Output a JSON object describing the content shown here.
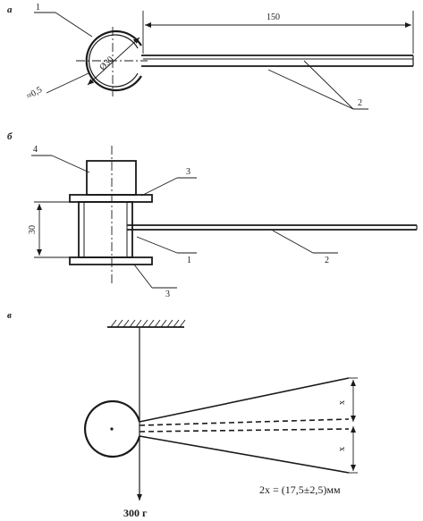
{
  "panel_a": {
    "tag": "а",
    "dim_length": "150",
    "dim_diameter": "Ø30",
    "dim_thickness": "≈0,5",
    "callout_ring": "1",
    "callout_strip": "2"
  },
  "panel_b": {
    "tag": "б",
    "callout_top": "4",
    "callout_flange_top": "3",
    "callout_flange_bottom": "3",
    "callout_ring": "1",
    "callout_strip": "2",
    "dim_height": "30"
  },
  "panel_c": {
    "tag": "в",
    "load": "300 г",
    "deflection_upper": "x",
    "deflection_lower": "x",
    "formula": "2x = (17,5±2,5)мм"
  }
}
